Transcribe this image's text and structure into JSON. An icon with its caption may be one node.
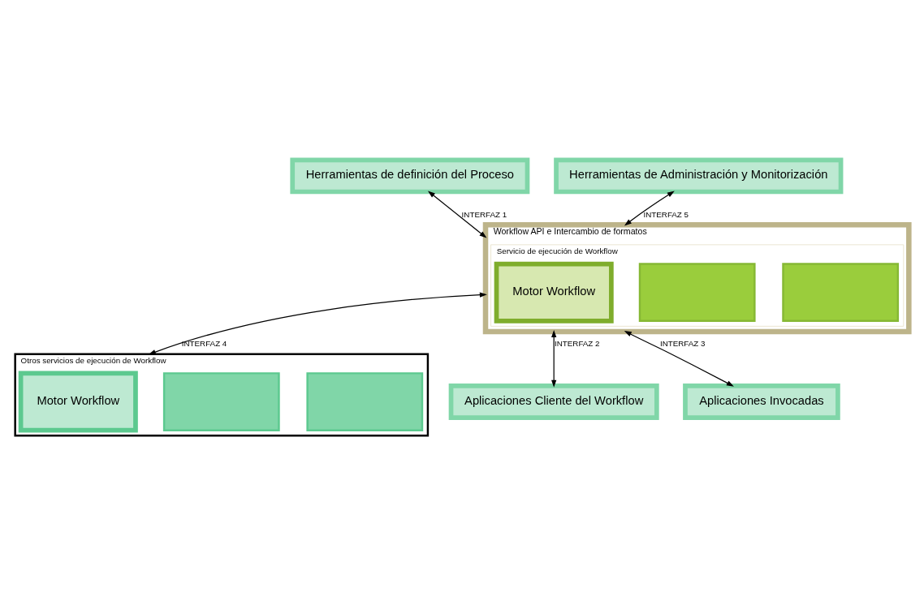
{
  "diagram": {
    "nodes": [
      {
        "text": [
          "Herramientas de definición del Proceso"
        ]
      },
      {
        "text": [
          "Workflow API e Intercambio de formatos"
        ]
      },
      {
        "text": [
          "Servicio de ejecución de Workflow"
        ],
        "in": 1
      },
      {
        "text": [],
        "shape": "box",
        "in": 2
      },
      {
        "text": [],
        "shape": "box",
        "in": 2
      },
      {
        "text": [
          "Motor Workflow"
        ],
        "in": 2
      },
      {
        "text": [
          "Herramientas de Administración y Monitorización"
        ]
      },
      {
        "text": [
          "Otros servicios de ejecución de Workflow"
        ]
      },
      {
        "text": [],
        "shape": "box",
        "in": 7
      },
      {
        "text": [],
        "shape": "box",
        "in": 7
      },
      {
        "text": [
          "Motor Workflow"
        ],
        "in": 7
      },
      {
        "text": [
          "Aplicaciones Cliente del Workflow"
        ]
      },
      {
        "text": [
          "Aplicaciones Invocadas"
        ]
      }
    ],
    "edges": [
      {
        "from": 0,
        "to": 1,
        "arrow": "both",
        "label": "INTERFAZ 1"
      },
      {
        "from": 6,
        "to": 1,
        "arrow": "both",
        "label": "INTERFAZ 5"
      },
      {
        "from": 1,
        "to": 7,
        "arrow": "both",
        "label": "INTERFAZ 4"
      },
      {
        "from": 1,
        "to": 11,
        "arrow": "both",
        "label": "INTERFAZ 2"
      },
      {
        "from": 1,
        "to": 12,
        "arrow": "both",
        "label": "INTERFAZ 3"
      }
    ]
  }
}
